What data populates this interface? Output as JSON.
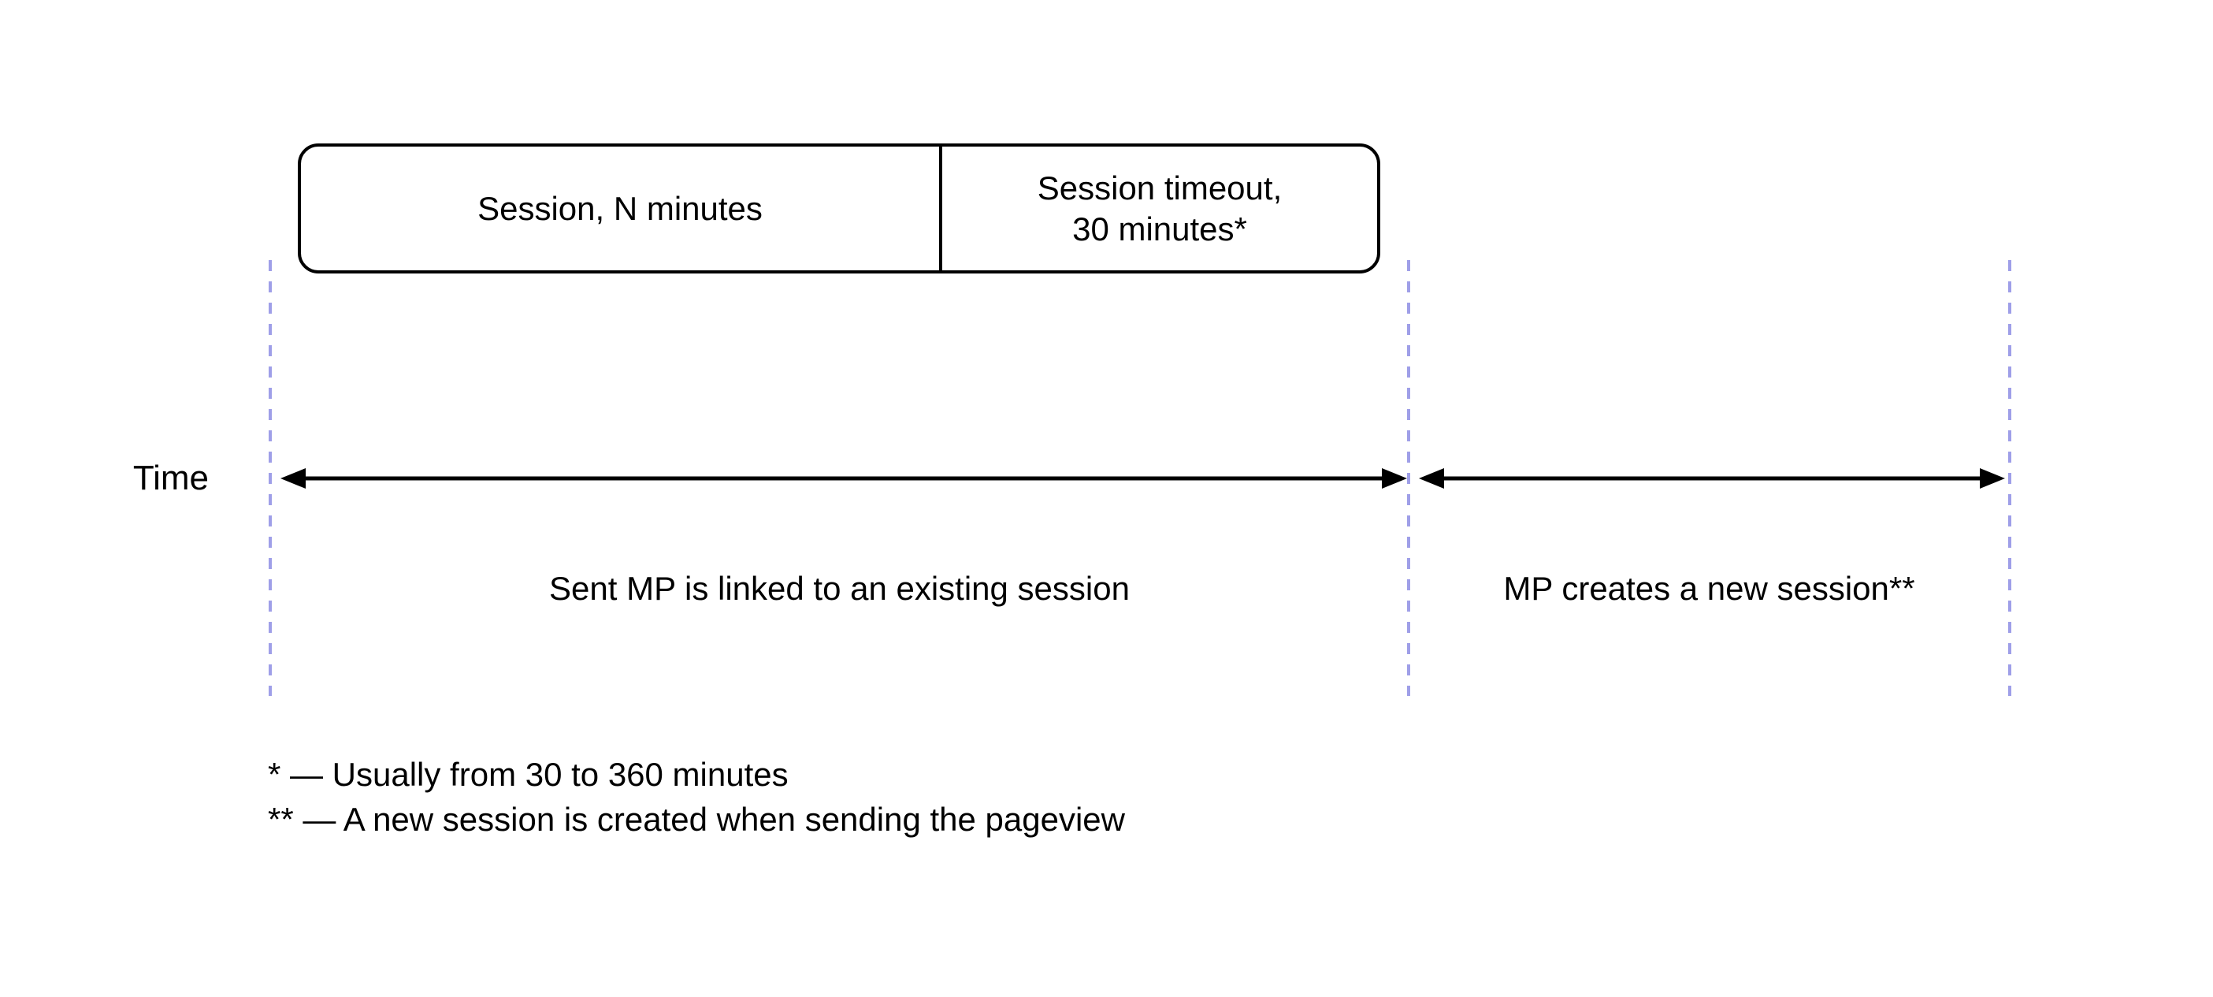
{
  "diagram": {
    "session_box": {
      "session_label": "Session, N minutes",
      "timeout_label": "Session timeout,\n30 minutes*"
    },
    "time_axis": {
      "label": "Time"
    },
    "captions": {
      "existing_session": "Sent MP is linked to an existing session",
      "new_session": "MP creates a new session**"
    },
    "footnotes": [
      "* — Usually from 30 to 360 minutes",
      "** — A new session is created when sending the pageview"
    ],
    "colors": {
      "stroke": "#000000",
      "dashed_guide": "#9f9fe8",
      "background": "#ffffff"
    }
  }
}
